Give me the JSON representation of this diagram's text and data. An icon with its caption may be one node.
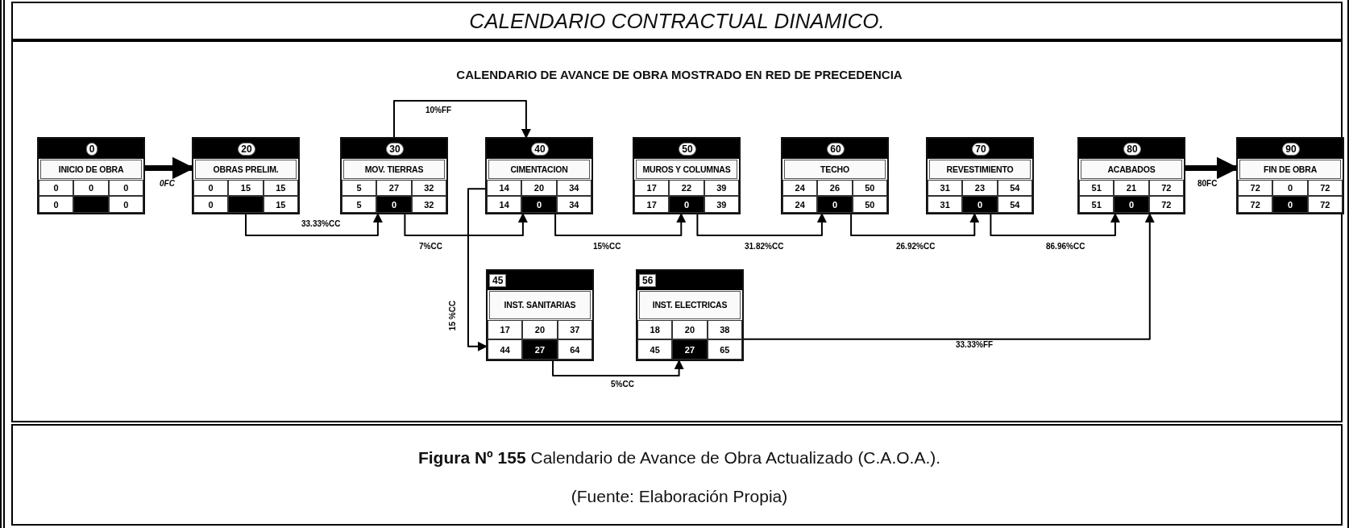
{
  "diagram": {
    "title": "CALENDARIO CONTRACTUAL DINAMICO.",
    "caption": "**Figura Nº 155** Calendario de Avance de Obra Actualizado (C.A.O.A.).",
    "nodes": [
      {
        "text": [
          "0",
          "INICIO DE OBRA",
          "0",
          "0",
          "0",
          "0",
          "0"
        ]
      },
      {
        "text": [
          "20",
          "OBRAS PRELIM.",
          "0",
          "15",
          "15",
          "0",
          "15"
        ]
      },
      {
        "text": [
          "30",
          "MOV. TIERRAS",
          "5",
          "27",
          "32",
          "5",
          "0",
          "32"
        ]
      },
      {
        "text": [
          "40",
          "CIMENTACION",
          "14",
          "20",
          "34",
          "14",
          "0",
          "34"
        ]
      },
      {
        "text": [
          "50",
          "MUROS Y COLUMNAS",
          "17",
          "22",
          "39",
          "17",
          "0",
          "39"
        ]
      },
      {
        "text": [
          "60",
          "TECHO",
          "24",
          "26",
          "50",
          "24",
          "0",
          "50"
        ]
      },
      {
        "text": [
          "70",
          "REVESTIMIENTO",
          "31",
          "23",
          "54",
          "31",
          "0",
          "54"
        ]
      },
      {
        "text": [
          "80",
          "ACABADOS",
          "51",
          "21",
          "72",
          "51",
          "0",
          "72"
        ]
      },
      {
        "text": [
          "90",
          "FIN DE OBRA",
          "72",
          "0",
          "72",
          "72",
          "0",
          "72"
        ]
      },
      {
        "text": [
          "45",
          "INST. SANITARIAS",
          "17",
          "20",
          "37",
          "44",
          "27",
          "64"
        ]
      },
      {
        "text": [
          "56",
          "INST. ELECTRICAS",
          "18",
          "20",
          "38",
          "45",
          "27",
          "65"
        ]
      }
    ],
    "edges": [
      {
        "from": 0,
        "to": 1,
        "arrow": "to",
        "label": "0FC",
        "style": "thick"
      },
      {
        "from": 1,
        "to": 2,
        "arrow": "to",
        "label": "33.33%CC"
      },
      {
        "from": 2,
        "to": 3,
        "arrow": "to",
        "label": "7%CC"
      },
      {
        "from": 2,
        "to": 3,
        "arrow": "to",
        "label": "10%FF"
      },
      {
        "from": 3,
        "to": 4,
        "arrow": "to",
        "label": "15%CC"
      },
      {
        "from": 4,
        "to": 5,
        "arrow": "to",
        "label": "31.82%CC"
      },
      {
        "from": 5,
        "to": 6,
        "arrow": "to",
        "label": "26.92%CC"
      },
      {
        "from": 6,
        "to": 7,
        "arrow": "to",
        "label": "86.96%CC"
      },
      {
        "from": 7,
        "to": 8,
        "arrow": "to",
        "label": "80FC",
        "style": "thick"
      },
      {
        "from": 3,
        "to": 9,
        "arrow": "to",
        "label": "15 %CC"
      },
      {
        "from": 9,
        "to": 10,
        "arrow": "to",
        "label": "5%CC"
      },
      {
        "from": 10,
        "to": 7,
        "arrow": "to",
        "label": "33.33%FF"
      }
    ],
    "labels": [
      "CALENDARIO DE AVANCE DE OBRA MOSTRADO EN RED DE PRECEDENCIA",
      "(Fuente: Elaboración Propia)"
    ]
  }
}
